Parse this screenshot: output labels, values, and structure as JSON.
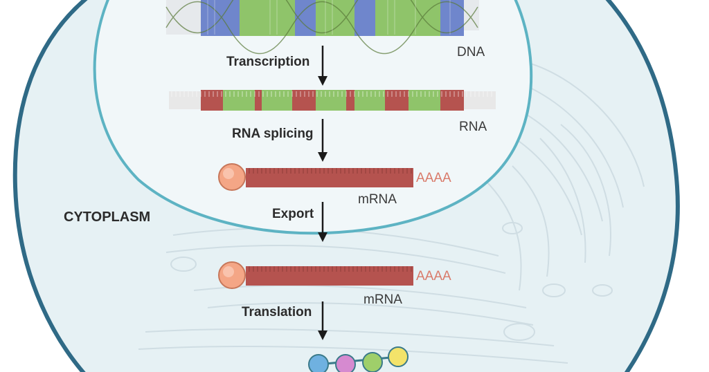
{
  "steps": {
    "transcription": "Transcription",
    "rna_splicing": "RNA splicing",
    "export": "Export",
    "translation": "Translation"
  },
  "molecules": {
    "dna": "DNA",
    "rna": "RNA",
    "mrna_nucleus": "mRNA",
    "mrna_cytoplasm": "mRNA",
    "polya_nucleus": "AAAA",
    "polya_cytoplasm": "AAAA"
  },
  "regions": {
    "cytoplasm": "CYTOPLASM"
  },
  "colors": {
    "cell_fill": "#e6f1f4",
    "cell_border": "#2f6a86",
    "nucleus_fill": "#f1f7f9",
    "nucleus_border": "#5db3c3",
    "exon_green": "#8fc46a",
    "intron_blue": "#6f86cc",
    "rna_red": "#b5534f",
    "cap_orange": "#f4a686",
    "polya_text": "#d97a6a",
    "arrow": "#1a1a1a"
  },
  "protein_beads": [
    "#6fb1e0",
    "#d68ad0",
    "#9fcf6a",
    "#f3e36a"
  ]
}
